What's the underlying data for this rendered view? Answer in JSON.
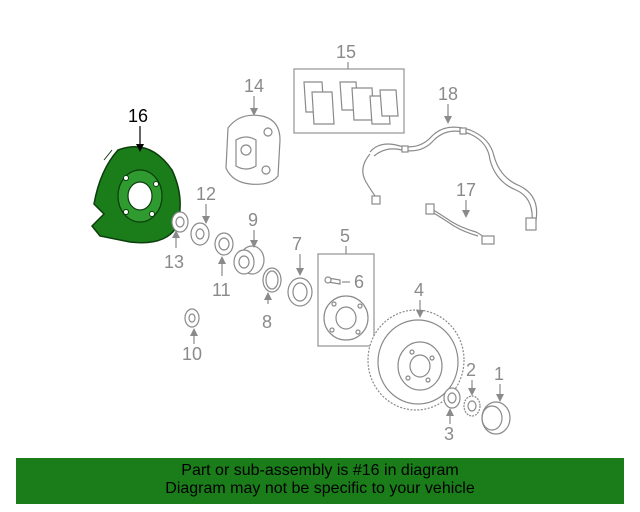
{
  "callouts": {
    "c1": "1",
    "c2": "2",
    "c3": "3",
    "c4": "4",
    "c5": "5",
    "c6": "6",
    "c7": "7",
    "c8": "8",
    "c9": "9",
    "c10": "10",
    "c11": "11",
    "c12": "12",
    "c13": "13",
    "c14": "14",
    "c15": "15",
    "c16": "16",
    "c17": "17",
    "c18": "18"
  },
  "highlight": {
    "part": "16",
    "color": "#1a7d1a"
  },
  "footer": {
    "line1": "Part or sub-assembly is #16 in diagram",
    "line2": "Diagram may not be specific to your vehicle"
  }
}
